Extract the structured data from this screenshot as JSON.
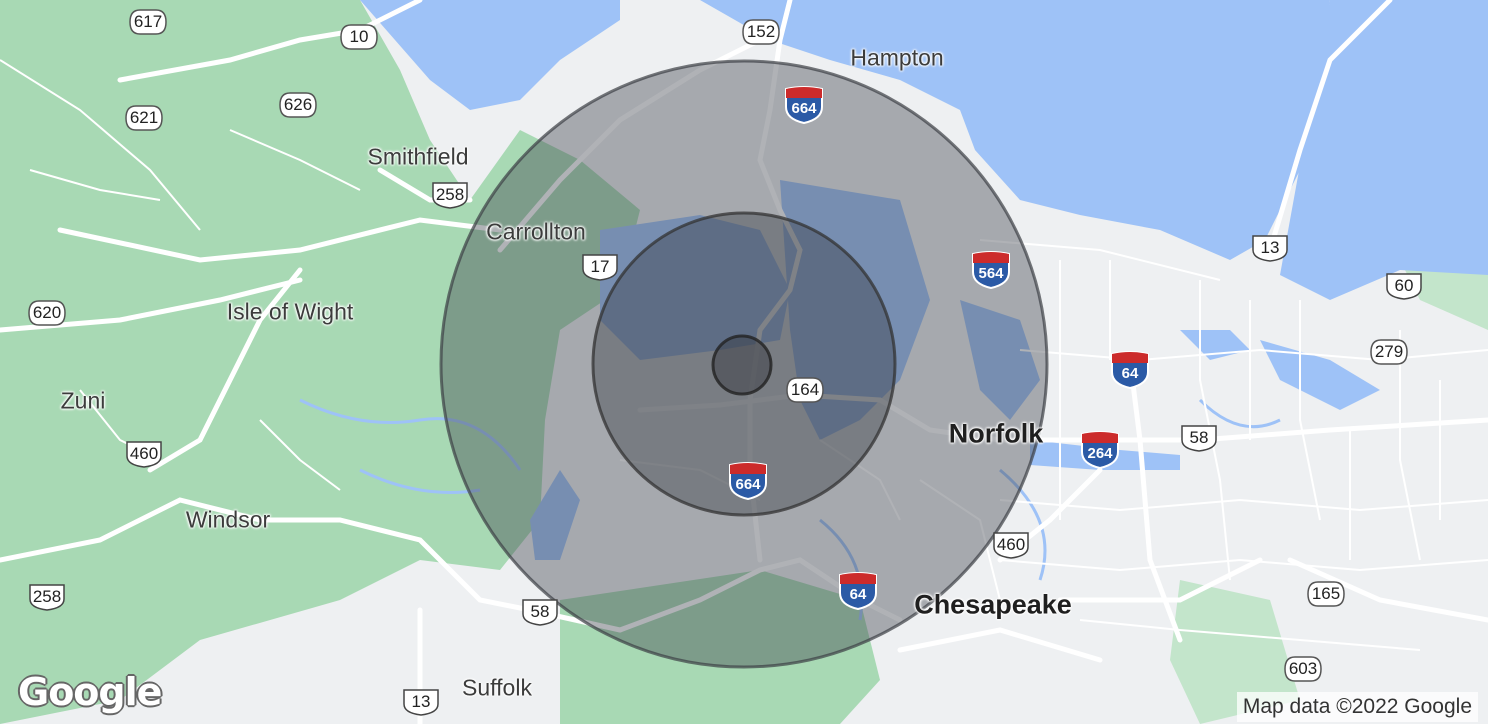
{
  "map": {
    "colors": {
      "water": "#9ec2f7",
      "land": "#eef0f2",
      "green": "#a8d9b4",
      "road": "#ffffff",
      "overlay": "#42474e"
    },
    "places": [
      {
        "name": "Hampton",
        "size": "regular"
      },
      {
        "name": "Smithfield",
        "size": "regular"
      },
      {
        "name": "Carrollton",
        "size": "regular"
      },
      {
        "name": "Isle of Wight",
        "size": "regular"
      },
      {
        "name": "Zuni",
        "size": "regular"
      },
      {
        "name": "Windsor",
        "size": "regular"
      },
      {
        "name": "Suffolk",
        "size": "regular"
      },
      {
        "name": "Norfolk",
        "size": "major"
      },
      {
        "name": "Chesapeake",
        "size": "major"
      }
    ],
    "route_shields": [
      "617",
      "10",
      "152",
      "626",
      "621",
      "258",
      "17",
      "620",
      "13",
      "60",
      "279",
      "164",
      "460",
      "58",
      "460",
      "258",
      "58",
      "165",
      "603",
      "13"
    ],
    "interstate_shields": [
      "664",
      "564",
      "64",
      "264",
      "664",
      "64"
    ],
    "radius_rings": 3
  },
  "logo": {
    "text": "Google"
  },
  "attribution": {
    "text": "Map data ©2022 Google"
  }
}
